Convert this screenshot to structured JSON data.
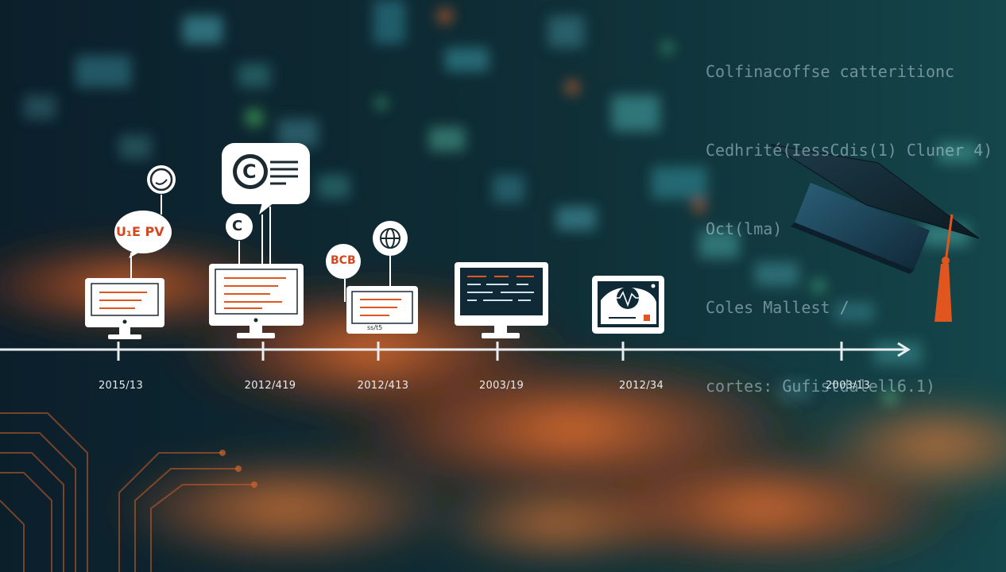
{
  "code_lines": [
    "Colfinacoffse catteritionc",
    "Cedhrité(IessCdis(1) Cluner 4)",
    "Oct(lma)",
    "Coles Mallest /",
    "cortes: Gufistdalell6.1)"
  ],
  "timeline": [
    {
      "date": "2015/13",
      "bubble_text": "U₁E PV",
      "icon": "chat-face-icon"
    },
    {
      "date": "2012/419",
      "bubble_text": "C",
      "icon": "c-language-icon"
    },
    {
      "date": "2012/413",
      "bubble_text": "BCB",
      "icon": "globe-icon"
    },
    {
      "date": "2003/19",
      "bubble_text": "",
      "icon": "code-editor-icon"
    },
    {
      "date": "2012/34",
      "bubble_text": "",
      "icon": "waveform-icon"
    },
    {
      "date": "2003/13",
      "bubble_text": "",
      "icon": "arrow-right-icon"
    }
  ],
  "monitor_labels": {
    "monitor_3": "ss/t5"
  },
  "colors": {
    "accent": "#e0561e",
    "line": "#e8eef1",
    "tassel": "#e0561e"
  }
}
